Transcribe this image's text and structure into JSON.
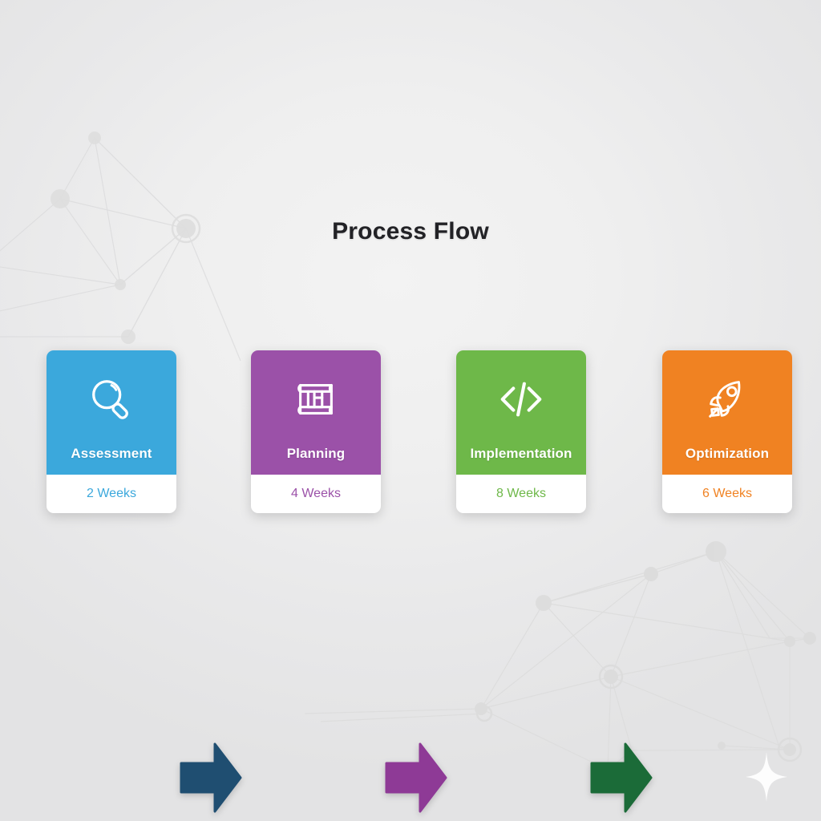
{
  "page": {
    "title": "Process Flow",
    "background_color": "#efefef",
    "background_pattern": "network-nodes"
  },
  "steps": [
    {
      "label": "Assessment",
      "duration": "2 Weeks",
      "icon": "magnifier-icon",
      "color": "#3BA8DC",
      "footer_text_color": "#3BA8DC"
    },
    {
      "label": "Planning",
      "duration": "4 Weeks",
      "icon": "blueprint-icon",
      "color": "#9B51A8",
      "footer_text_color": "#9B51A8"
    },
    {
      "label": "Implementation",
      "duration": "8 Weeks",
      "icon": "code-brackets-icon",
      "color": "#6EB849",
      "footer_text_color": "#6EB849"
    },
    {
      "label": "Optimization",
      "duration": "6 Weeks",
      "icon": "rocket-icon",
      "color": "#F08222",
      "footer_text_color": "#F08222"
    }
  ],
  "connectors": [
    {
      "name": "arrow-assessment-to-planning",
      "direction": "right",
      "color": "#1F4E71"
    },
    {
      "name": "arrow-planning-to-implementation",
      "direction": "right",
      "color": "#8E3A96"
    },
    {
      "name": "arrow-implementation-to-optimization",
      "direction": "right",
      "color": "#1B6B38"
    }
  ],
  "decorations": {
    "sparkle": "four-point-sparkle"
  }
}
